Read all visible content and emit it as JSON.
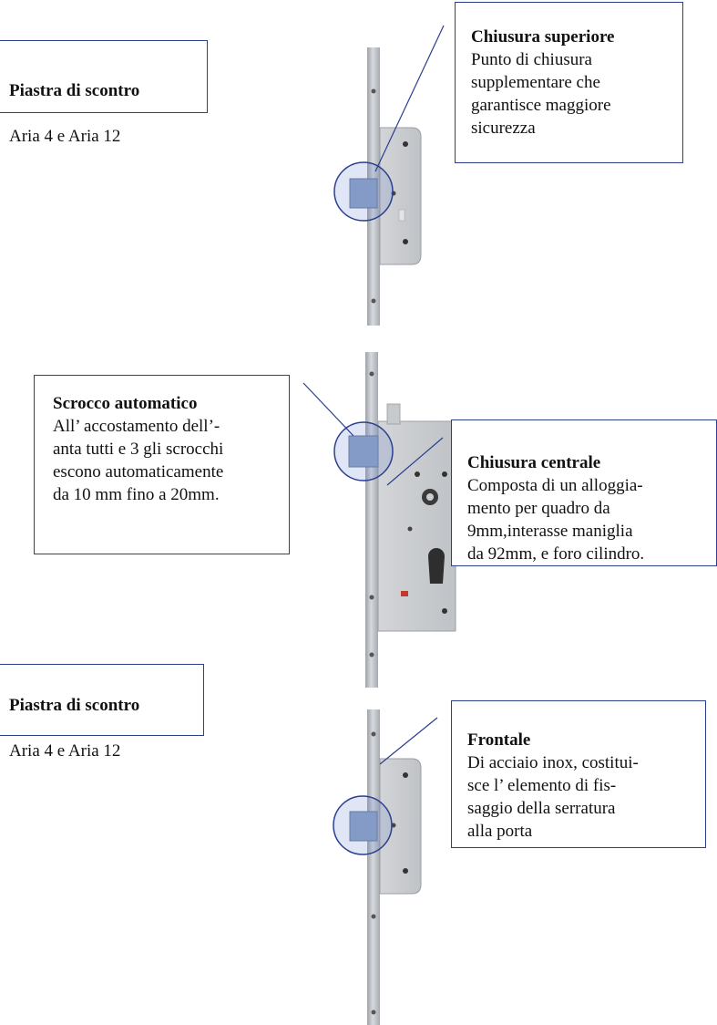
{
  "labels": {
    "top_strike": {
      "title": "Piastra di scontro",
      "body": "Aria 4 e Aria 12"
    },
    "bottom_strike": {
      "title": "Piastra di scontro",
      "body": "Aria 4 e Aria 12"
    },
    "upper_lock": {
      "title": "Chiusura superiore",
      "body": "Punto di chiusura\nsupplementare che\ngarantisce maggiore\nsicurezza"
    },
    "auto_latch": {
      "title": "Scrocco automatico",
      "body": "All’ accostamento dell’-\nanta tutti e 3 gli scrocchi\nescono automaticamente\nda 10 mm fino a 20mm."
    },
    "central_lock": {
      "title": "Chiusura centrale",
      "body": "Composta di un alloggia-\nmento per quadro da\n9mm,interasse maniglia\nda 92mm, e foro cilindro."
    },
    "faceplate": {
      "title": "Frontale",
      "body": "Di acciaio inox, costitui-\nsce l’ elemento di fis-\nsaggio della serratura\nalla porta"
    }
  },
  "colors": {
    "border": "#2b3f8f",
    "highlight": "#5577c8",
    "steel": "#c9ccd0",
    "steel_dark": "#a9adb2"
  }
}
